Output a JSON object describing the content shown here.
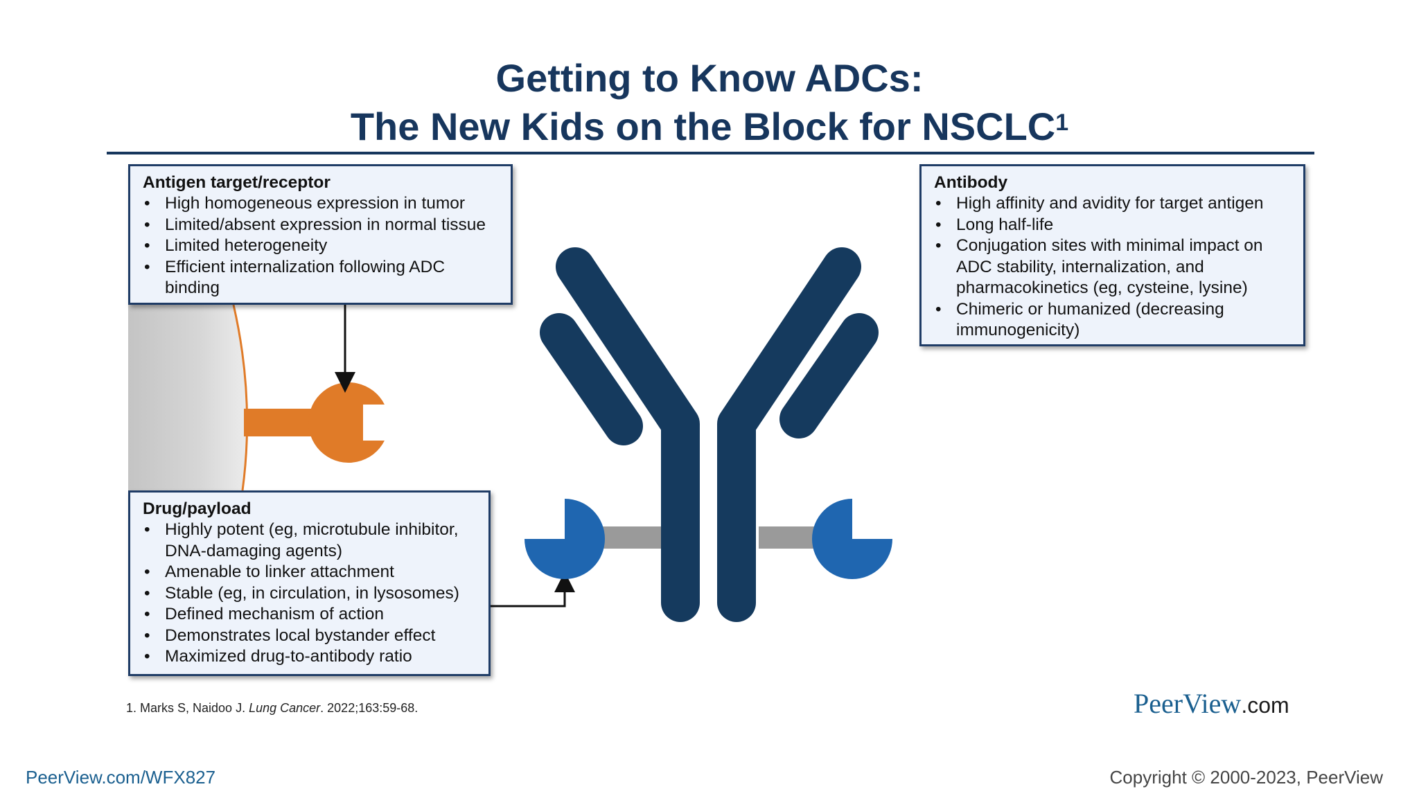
{
  "title": {
    "line1": "Getting to Know ADCs:",
    "line2": "The New Kids on the Block for NSCLC",
    "superscript": "1"
  },
  "antigen": {
    "heading": "Antigen target/receptor",
    "items": [
      "High homogeneous expression in tumor",
      "Limited/absent expression in normal tissue",
      "Limited heterogeneity",
      "Efficient internalization following ADC binding"
    ]
  },
  "antibody": {
    "heading": "Antibody",
    "items": [
      "High affinity and avidity for target antigen",
      "Long half-life",
      "Conjugation sites with minimal impact on ADC stability, internalization, and pharmacokinetics (eg, cysteine, lysine)",
      "Chimeric or humanized (decreasing immunogenicity)"
    ]
  },
  "drug": {
    "heading": "Drug/payload",
    "items": [
      "Highly potent (eg, microtubule inhibitor, DNA-damaging agents)",
      "Amenable to linker attachment",
      "Stable (eg, in circulation, in lysosomes)",
      "Defined mechanism of action",
      "Demonstrates local bystander effect",
      "Maximized drug-to-antibody ratio"
    ]
  },
  "citation": {
    "prefix": "1. Marks S, Naidoo J. ",
    "journal": "Lung Cancer",
    "suffix": ". 2022;163:59-68."
  },
  "logo": {
    "name": "PeerView",
    "suffix": ".com"
  },
  "footer": {
    "url": "PeerView.com/WFX827",
    "copyright": "Copyright © 2000-2023, PeerView"
  },
  "colors": {
    "navy": "#17365d",
    "antibody": "#153a5e",
    "payload": "#1f66b0",
    "receptor": "#e07b28",
    "linker": "#9a9a9a"
  }
}
